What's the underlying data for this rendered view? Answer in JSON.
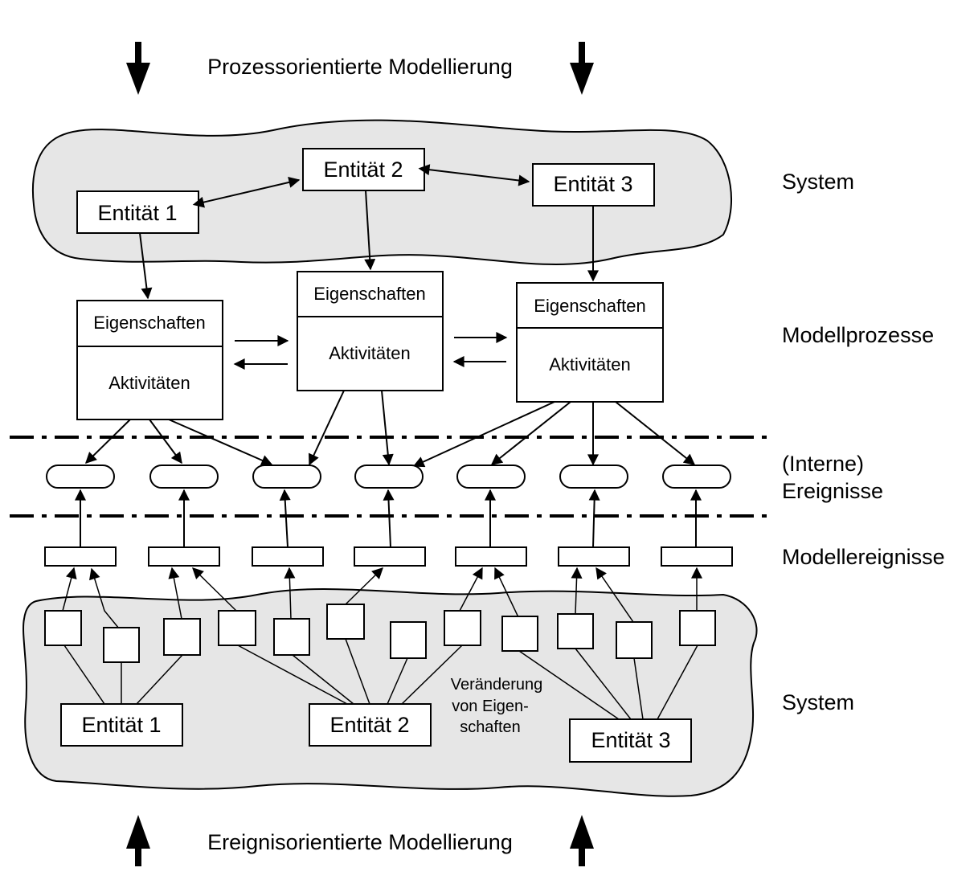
{
  "colors": {
    "cloud_fill": "#e6e6e6",
    "stroke": "#000000",
    "background": "#ffffff"
  },
  "header": {
    "top_label": "Prozessorientierte Modellierung"
  },
  "footer": {
    "bottom_label": "Ereignisorientierte Modellierung"
  },
  "top_system": {
    "label": "System",
    "entities": [
      "Entität 1",
      "Entität 2",
      "Entität 3"
    ]
  },
  "model_processes": {
    "label": "Modellprozesse",
    "processes": [
      {
        "properties": "Eigenschaften",
        "activities": "Aktivitäten"
      },
      {
        "properties": "Eigenschaften",
        "activities": "Aktivitäten"
      },
      {
        "properties": "Eigenschaften",
        "activities": "Aktivitäten"
      }
    ]
  },
  "internal_events": {
    "label_line1": "(Interne)",
    "label_line2": "Ereignisse",
    "count": 7
  },
  "model_events": {
    "label": "Modellereignisse",
    "count": 7
  },
  "bottom_system": {
    "label": "System",
    "entities": [
      "Entität 1",
      "Entität 2",
      "Entität 3"
    ],
    "annotation": [
      "Veränderung",
      "von Eigen-",
      "schaften"
    ]
  },
  "icons": [
    "arrow-down-icon",
    "arrow-up-icon"
  ]
}
